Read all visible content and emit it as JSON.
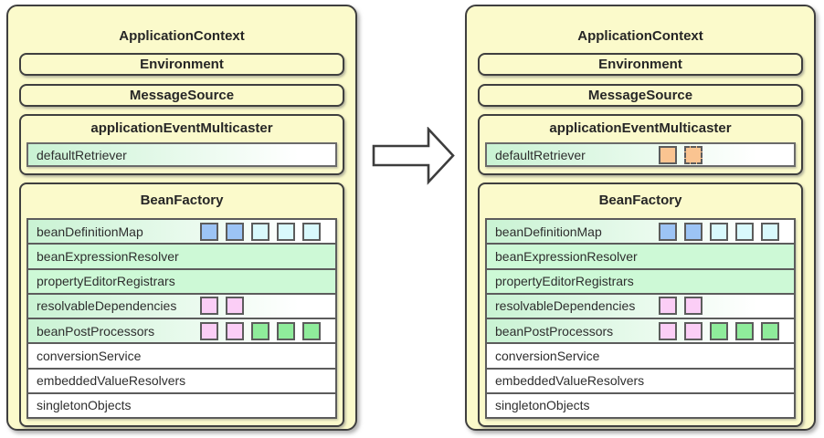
{
  "panels": [
    {
      "title": "ApplicationContext",
      "environment_label": "Environment",
      "message_source_label": "MessageSource",
      "multicaster": {
        "title": "applicationEventMulticaster",
        "row": {
          "label": "defaultRetriever",
          "squares": []
        }
      },
      "bean_factory": {
        "title": "BeanFactory",
        "rows": [
          {
            "label": "beanDefinitionMap",
            "bg": "gradient",
            "squares": [
              {
                "color": "blue",
                "border": "solid"
              },
              {
                "color": "blue",
                "border": "solid"
              },
              {
                "color": "cyan",
                "border": "solid"
              },
              {
                "color": "cyan",
                "border": "solid"
              },
              {
                "color": "cyan",
                "border": "solid"
              }
            ]
          },
          {
            "label": "beanExpressionResolver",
            "bg": "green",
            "squares": []
          },
          {
            "label": "propertyEditorRegistrars",
            "bg": "green",
            "squares": []
          },
          {
            "label": "resolvableDependencies",
            "bg": "gradient",
            "squares": [
              {
                "color": "pink",
                "border": "solid"
              },
              {
                "color": "pink",
                "border": "solid"
              }
            ]
          },
          {
            "label": "beanPostProcessors",
            "bg": "gradient",
            "squares": [
              {
                "color": "pink",
                "border": "solid"
              },
              {
                "color": "pink",
                "border": "solid"
              },
              {
                "color": "green",
                "border": "solid"
              },
              {
                "color": "green",
                "border": "solid"
              },
              {
                "color": "green",
                "border": "solid"
              }
            ]
          },
          {
            "label": "conversionService",
            "bg": "white",
            "squares": []
          },
          {
            "label": "embeddedValueResolvers",
            "bg": "white",
            "squares": []
          },
          {
            "label": "singletonObjects",
            "bg": "white",
            "squares": []
          }
        ]
      }
    },
    {
      "title": "ApplicationContext",
      "environment_label": "Environment",
      "message_source_label": "MessageSource",
      "multicaster": {
        "title": "applicationEventMulticaster",
        "row": {
          "label": "defaultRetriever",
          "squares": [
            {
              "color": "orange",
              "border": "solid"
            },
            {
              "color": "orange",
              "border": "dashed"
            }
          ]
        }
      },
      "bean_factory": {
        "title": "BeanFactory",
        "rows": [
          {
            "label": "beanDefinitionMap",
            "bg": "gradient",
            "squares": [
              {
                "color": "blue",
                "border": "solid"
              },
              {
                "color": "blue",
                "border": "solid"
              },
              {
                "color": "cyan",
                "border": "solid"
              },
              {
                "color": "cyan",
                "border": "solid"
              },
              {
                "color": "cyan",
                "border": "solid"
              }
            ]
          },
          {
            "label": "beanExpressionResolver",
            "bg": "green",
            "squares": []
          },
          {
            "label": "propertyEditorRegistrars",
            "bg": "green",
            "squares": []
          },
          {
            "label": "resolvableDependencies",
            "bg": "gradient",
            "squares": [
              {
                "color": "pink",
                "border": "solid"
              },
              {
                "color": "pink",
                "border": "solid"
              }
            ]
          },
          {
            "label": "beanPostProcessors",
            "bg": "gradient",
            "squares": [
              {
                "color": "pink",
                "border": "solid"
              },
              {
                "color": "pink",
                "border": "solid"
              },
              {
                "color": "green",
                "border": "solid"
              },
              {
                "color": "green",
                "border": "solid"
              },
              {
                "color": "green",
                "border": "solid"
              }
            ]
          },
          {
            "label": "conversionService",
            "bg": "white",
            "squares": []
          },
          {
            "label": "embeddedValueResolvers",
            "bg": "white",
            "squares": []
          },
          {
            "label": "singletonObjects",
            "bg": "white",
            "squares": []
          }
        ]
      }
    }
  ],
  "arrow": {
    "direction": "right"
  },
  "colors": {
    "panel_bg": "#FBFACB",
    "panel_border": "#3F3F3F",
    "row_border": "#5C5C5C",
    "gradient_green_start": "#C9F3D3",
    "solid_green_row": "#CDF9D6",
    "row_white": "#FFFFFF",
    "text": "#2E2E2E",
    "squares": {
      "blue": "#9CC4F5",
      "cyan": "#D9F9FC",
      "pink": "#FBCEF6",
      "green": "#8FEC9B",
      "orange": "#FAC491"
    }
  }
}
